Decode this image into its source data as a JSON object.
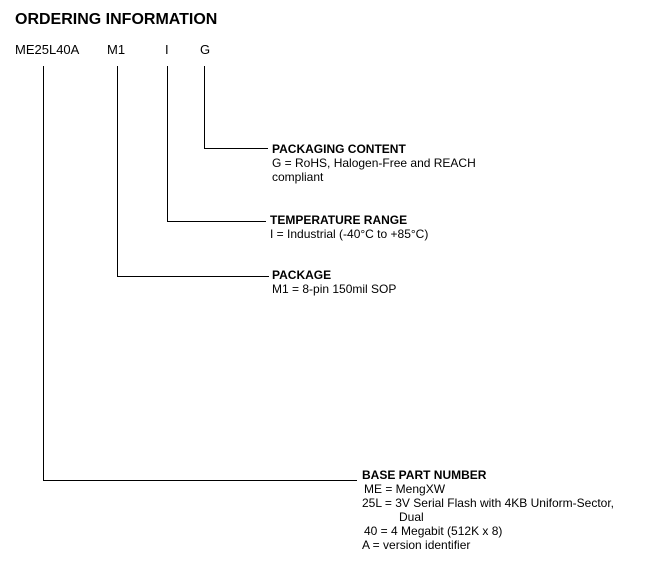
{
  "title": "ORDERING INFORMATION",
  "part_codes": {
    "base": "ME25L40A",
    "package": "M1",
    "temperature": "I",
    "packaging": "G"
  },
  "packaging_content": {
    "title": "PACKAGING CONTENT",
    "lines": [
      "G = RoHS, Halogen-Free and REACH",
      "compliant"
    ]
  },
  "temperature_range": {
    "title": "TEMPERATURE RANGE",
    "lines": [
      "I = Industrial (-40°C to +85°C)"
    ]
  },
  "package": {
    "title": "PACKAGE",
    "lines": [
      "M1 = 8-pin 150mil SOP"
    ]
  },
  "base_part_number": {
    "title": "BASE PART NUMBER",
    "lines": [
      "ME = MengXW",
      "25L = 3V Serial Flash with 4KB Uniform-Sector,",
      "Dual",
      "40 = 4 Megabit (512K x 8)",
      "A = version identifier"
    ]
  }
}
